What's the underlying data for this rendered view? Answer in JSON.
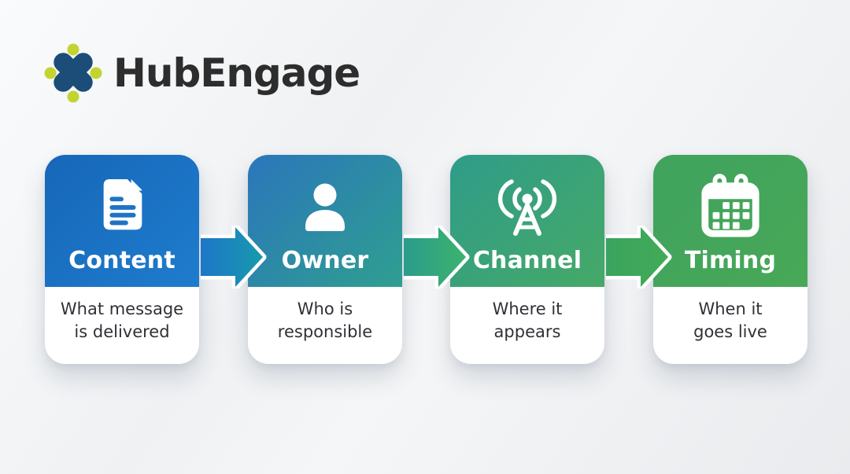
{
  "logo": {
    "text": "HubEngage",
    "mark_color": "#1b4d78",
    "dot_color": "#c3d430",
    "text_color": "#2d2d2d"
  },
  "background": {
    "base": "#eef0f2",
    "highlight": "#fafbfc"
  },
  "cards": [
    {
      "id": "content",
      "title": "Content",
      "description": "What message\nis delivered",
      "icon": "document-icon",
      "header_gradient": [
        "#1667b9",
        "#1f7ccd"
      ],
      "icon_accent": "#1e74c2"
    },
    {
      "id": "owner",
      "title": "Owner",
      "description": "Who is\nresponsible",
      "icon": "person-icon",
      "header_gradient": [
        "#2b76bb",
        "#2f9f90"
      ]
    },
    {
      "id": "channel",
      "title": "Channel",
      "description": "Where it\nappears",
      "icon": "broadcast-tower-icon",
      "header_gradient": [
        "#2f9c89",
        "#46a967"
      ]
    },
    {
      "id": "timing",
      "title": "Timing",
      "description": "When it\ngoes live",
      "icon": "calendar-icon",
      "header_gradient": [
        "#3fa35e",
        "#48a857"
      ]
    }
  ],
  "arrows": [
    {
      "gradient": [
        "#1d76c8",
        "#179aad"
      ]
    },
    {
      "gradient": [
        "#2b9c8d",
        "#3cb36d"
      ]
    },
    {
      "gradient": [
        "#3aa45e",
        "#43aa58"
      ]
    }
  ],
  "text_color": "#2f3136"
}
